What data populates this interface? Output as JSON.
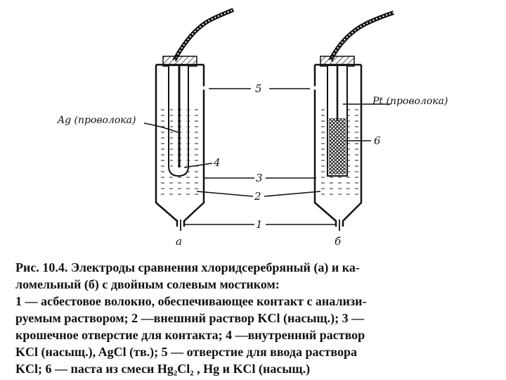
{
  "figure": {
    "labels": {
      "ag_wire": "Ag (проволока)",
      "pt_wire": "Pt (проволока)",
      "num_1": "1",
      "num_2": "2",
      "num_3": "3",
      "num_4": "4",
      "num_5": "5",
      "num_6": "6",
      "electrode_a": "а",
      "electrode_b": "б"
    }
  },
  "caption": {
    "lines": [
      "Рис. 10.4. Электроды сравнения хлоридсеребряный (а) и ка-",
      "ломельный (б) с двойным солевым мостиком:",
      "1 — асбестовое волокно, обеспечивающее контакт с анализи-",
      "руемым раствором; 2 —внешний раствор KCl (насыщ.); 3 —",
      "крошечное отверстие для контакта; 4 —внутренний раствор",
      "KCl (насыщ.), AgCl (тв.); 5 —  отверстие для ввода раствора",
      "KCl; 6 — паста из смеси  Hg₂Cl₂ , Hg и KCl (насыщ.)"
    ]
  }
}
